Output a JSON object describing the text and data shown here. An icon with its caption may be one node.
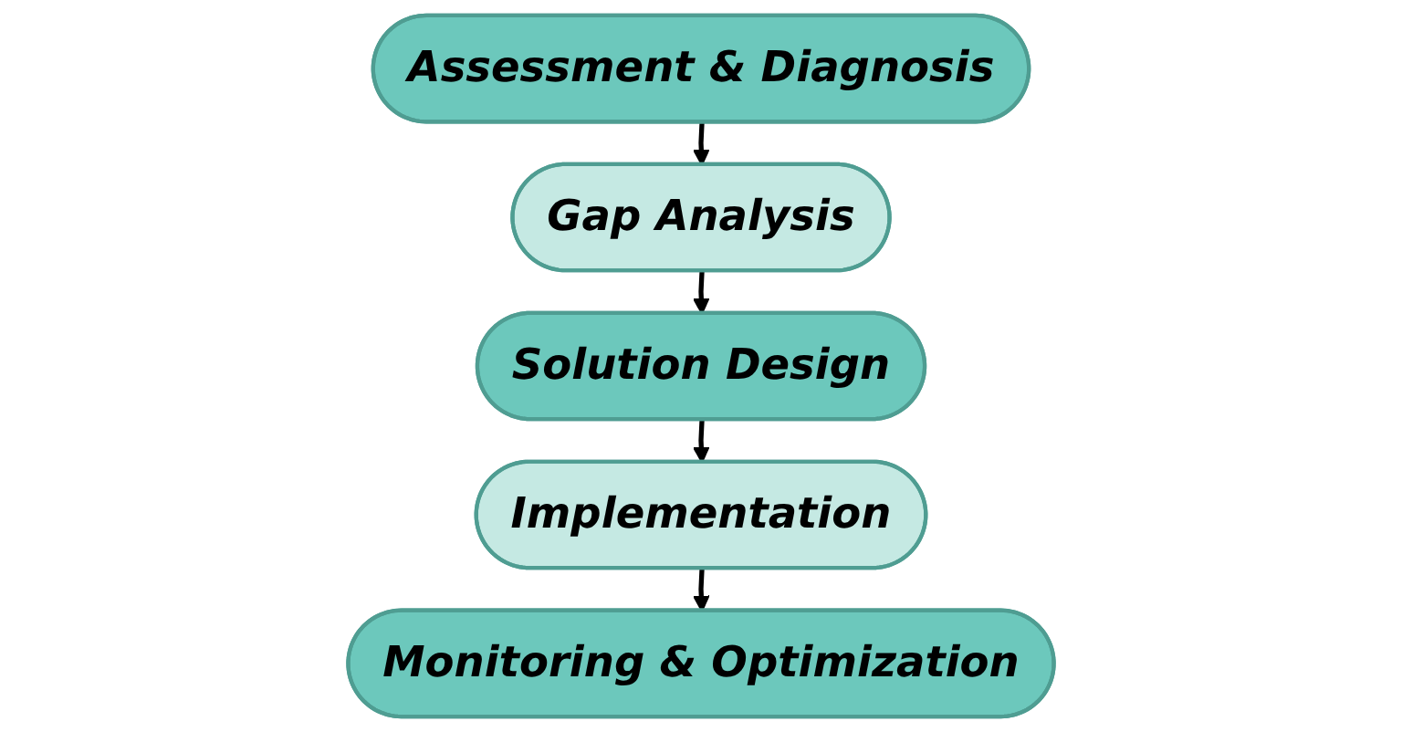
{
  "diagram": {
    "nodes": [
      {
        "text": [
          "Assessment & Diagnosis"
        ]
      },
      {
        "text": [
          "Gap Analysis"
        ]
      },
      {
        "text": [
          "Solution Design"
        ]
      },
      {
        "text": [
          "Implementation"
        ]
      },
      {
        "text": [
          "Monitoring & Optimization"
        ]
      }
    ],
    "edges": [
      {
        "from": 0,
        "to": 1,
        "arrow": "to"
      },
      {
        "from": 1,
        "to": 2,
        "arrow": "to"
      },
      {
        "from": 2,
        "to": 3,
        "arrow": "to"
      },
      {
        "from": 3,
        "to": 4,
        "arrow": "to"
      }
    ]
  }
}
